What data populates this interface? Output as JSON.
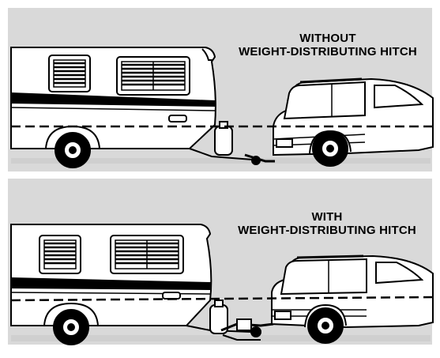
{
  "top": {
    "line1": "WITHOUT",
    "line2": "WEIGHT-DISTRIBUTING HITCH"
  },
  "bottom": {
    "line1": "WITH",
    "line2": "WEIGHT-DISTRIBUTING HITCH"
  },
  "colors": {
    "background": "#d9d9d9",
    "ink": "#000000",
    "paper": "#ffffff"
  }
}
